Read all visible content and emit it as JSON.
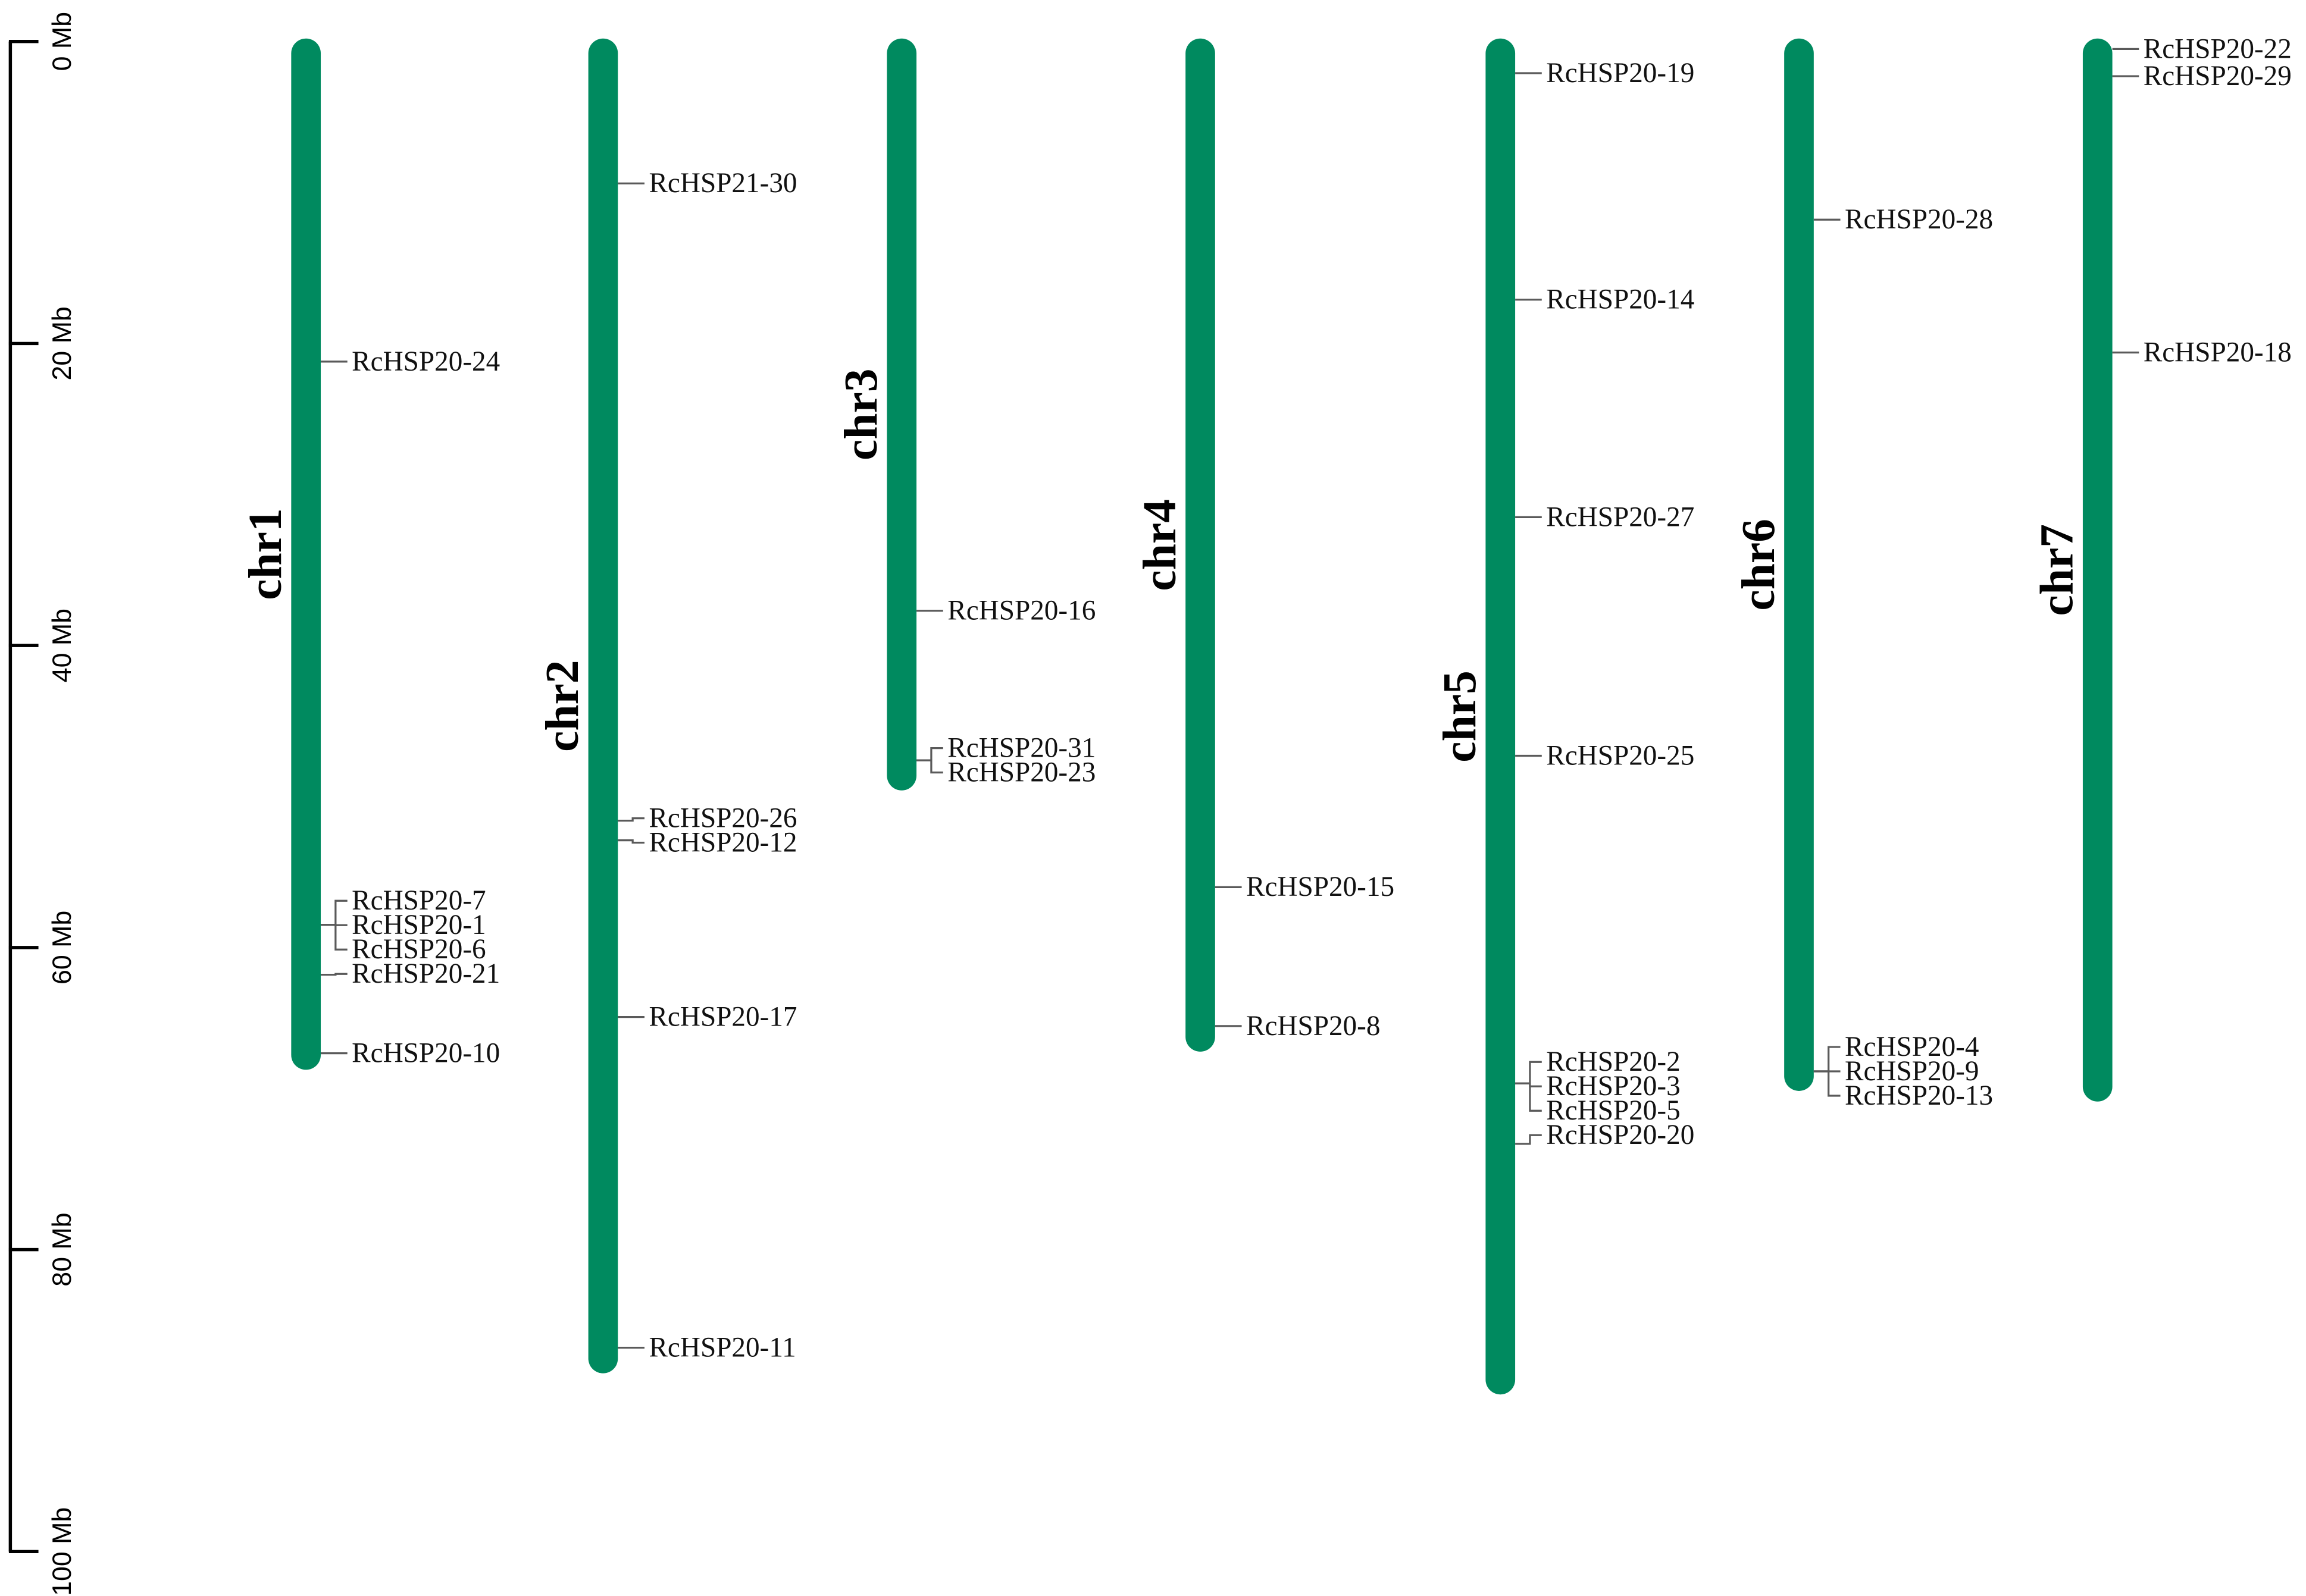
{
  "colors": {
    "chromosome": "#008a5f",
    "gene_line": "#5a5a5a",
    "text": "#111111"
  },
  "scale": {
    "unit": "Mb",
    "ticks": [
      0,
      20,
      40,
      60,
      80,
      100
    ],
    "labels": [
      "0 Mb",
      "20 Mb",
      "40 Mb",
      "60 Mb",
      "80 Mb",
      "100 Mb"
    ]
  },
  "chromosomes": [
    {
      "name": "chr1",
      "length_mb": 67.9,
      "genes": [
        {
          "name": "RcHSP20-24",
          "mb": 21.2
        },
        {
          "name": "RcHSP20-7",
          "mb": 58.5
        },
        {
          "name": "RcHSP20-1",
          "mb": 58.5
        },
        {
          "name": "RcHSP20-6",
          "mb": 58.5
        },
        {
          "name": "RcHSP20-21",
          "mb": 61.8
        },
        {
          "name": "RcHSP20-10",
          "mb": 67.0
        }
      ]
    },
    {
      "name": "chr2",
      "length_mb": 88.0,
      "genes": [
        {
          "name": "RcHSP21-30",
          "mb": 9.4
        },
        {
          "name": "RcHSP20-26",
          "mb": 51.6
        },
        {
          "name": "RcHSP20-12",
          "mb": 52.9
        },
        {
          "name": "RcHSP20-17",
          "mb": 64.6
        },
        {
          "name": "RcHSP20-11",
          "mb": 86.5
        }
      ]
    },
    {
      "name": "chr3",
      "length_mb": 49.4,
      "genes": [
        {
          "name": "RcHSP20-16",
          "mb": 37.7
        },
        {
          "name": "RcHSP20-31",
          "mb": 47.6
        },
        {
          "name": "RcHSP20-23",
          "mb": 47.6
        }
      ]
    },
    {
      "name": "chr4",
      "length_mb": 66.7,
      "genes": [
        {
          "name": "RcHSP20-15",
          "mb": 56.0
        },
        {
          "name": "RcHSP20-8",
          "mb": 65.2
        }
      ]
    },
    {
      "name": "chr5",
      "length_mb": 89.4,
      "genes": [
        {
          "name": "RcHSP20-19",
          "mb": 2.1
        },
        {
          "name": "RcHSP20-14",
          "mb": 17.1
        },
        {
          "name": "RcHSP20-27",
          "mb": 31.5
        },
        {
          "name": "RcHSP20-25",
          "mb": 47.3
        },
        {
          "name": "RcHSP20-2",
          "mb": 69.0
        },
        {
          "name": "RcHSP20-3",
          "mb": 69.0
        },
        {
          "name": "RcHSP20-5",
          "mb": 69.0
        },
        {
          "name": "RcHSP20-20",
          "mb": 73.0
        }
      ]
    },
    {
      "name": "chr6",
      "length_mb": 69.3,
      "genes": [
        {
          "name": "RcHSP20-28",
          "mb": 11.8
        },
        {
          "name": "RcHSP20-4",
          "mb": 68.2
        },
        {
          "name": "RcHSP20-9",
          "mb": 68.2
        },
        {
          "name": "RcHSP20-13",
          "mb": 68.2
        }
      ]
    },
    {
      "name": "chr7",
      "length_mb": 70.0,
      "genes": [
        {
          "name": "RcHSP20-22",
          "mb": 0.5
        },
        {
          "name": "RcHSP20-29",
          "mb": 2.3
        },
        {
          "name": "RcHSP20-18",
          "mb": 20.6
        }
      ]
    }
  ]
}
